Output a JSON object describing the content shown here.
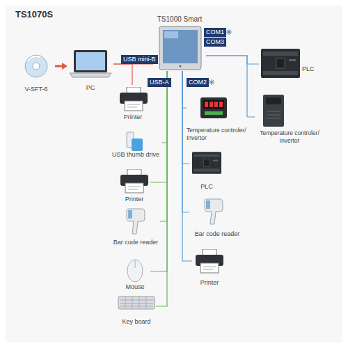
{
  "diagram": {
    "title": "TS1070S",
    "nodes": [
      {
        "text": [
          "V-SFT-6"
        ]
      },
      {
        "text": [
          "PC"
        ]
      },
      {
        "text": [
          "TS1000 Smart"
        ]
      },
      {
        "text": [
          "Printer"
        ]
      },
      {
        "text": [
          "USB thumb drive"
        ]
      },
      {
        "text": [
          "Printer"
        ]
      },
      {
        "text": [
          "Bar code reader"
        ]
      },
      {
        "text": [
          "Mouse"
        ]
      },
      {
        "text": [
          "Key board"
        ]
      },
      {
        "text": [
          "Temperature controler/ Invertor"
        ]
      },
      {
        "text": [
          "PLC"
        ]
      },
      {
        "text": [
          "Bar code reader"
        ]
      },
      {
        "text": [
          "Printer"
        ]
      },
      {
        "text": [
          "PLC"
        ]
      },
      {
        "text": [
          "Temperature controler/ Invertor"
        ]
      }
    ],
    "edges": [
      {
        "from": 0,
        "to": 1,
        "arrow": "to"
      },
      {
        "from": 1,
        "to": 2,
        "arrow": "none"
      },
      {
        "from": 1,
        "to": 3,
        "arrow": "none"
      },
      {
        "from": 2,
        "to": 4,
        "arrow": "none"
      },
      {
        "from": 2,
        "to": 5,
        "arrow": "none"
      },
      {
        "from": 2,
        "to": 6,
        "arrow": "none"
      },
      {
        "from": 2,
        "to": 7,
        "arrow": "none"
      },
      {
        "from": 2,
        "to": 8,
        "arrow": "none"
      },
      {
        "from": 2,
        "to": 9,
        "arrow": "none"
      },
      {
        "from": 2,
        "to": 10,
        "arrow": "none"
      },
      {
        "from": 2,
        "to": 11,
        "arrow": "none"
      },
      {
        "from": 2,
        "to": 12,
        "arrow": "none"
      },
      {
        "from": 2,
        "to": 13,
        "arrow": "none"
      },
      {
        "from": 2,
        "to": 14,
        "arrow": "none"
      }
    ],
    "labels": [
      "USB mini-B",
      "USB-A",
      "COM2",
      "COM1",
      "COM3"
    ]
  }
}
